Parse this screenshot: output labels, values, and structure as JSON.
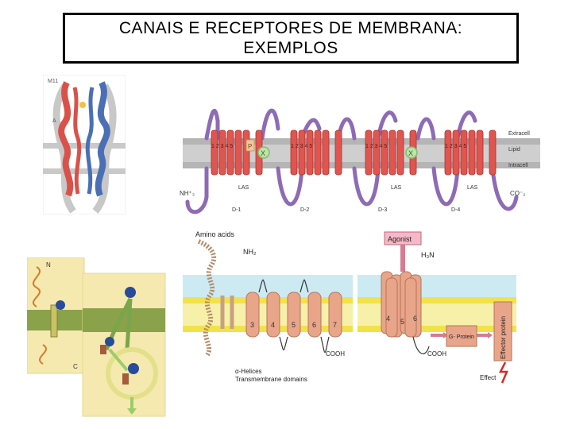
{
  "slide": {
    "title_line1": "CANAIS  E RECEPTORES DE MEMBRANA:",
    "title_line2": "EXEMPLOS"
  },
  "panel_receptor_structure": {
    "label_top": "M11",
    "label_mid": "A",
    "chain_colors": [
      "#d9524a",
      "#4a6fb5",
      "#c8c8c8"
    ]
  },
  "panel_subunit_topology": {
    "region_labels": [
      "Extracell",
      "Lipid",
      "Intracell"
    ],
    "n_terminus": "NH⁺₃",
    "c_terminus": "CO⁻₂",
    "segment_numbers": "1 2 3 4 5",
    "pore_p_label": "P",
    "las_label": "LAS",
    "domains": [
      "D-1",
      "D-2",
      "D-3",
      "D-4"
    ],
    "x_symbol": "X",
    "colors": {
      "helix": "#e0554f",
      "loop": "#8e6bb5",
      "membrane": "#b5b5b5",
      "las": "#7fbf6a"
    }
  },
  "panel_signal_membrane": {
    "n_label": "N",
    "c_label": "C",
    "colors": {
      "membrane": "#8aa24a",
      "background": "#f5e9b0",
      "ligand": "#2a4a9a"
    }
  },
  "panel_gpcr": {
    "amino_acids": "Amino acids",
    "nh2": "NH₂",
    "helix_numbers": [
      "3",
      "4",
      "5",
      "6",
      "7"
    ],
    "cooh": "COOH",
    "alpha_helices": "α-Helices",
    "transmembrane": "Transmembrane domains"
  },
  "panel_gpcr_activated": {
    "agonist": "Agonist",
    "h3n": "H₃N",
    "helix_numbers": [
      "4",
      "5",
      "6"
    ],
    "cooh": "COOH",
    "g_protein": "G-\nProtein",
    "effector": "Effector protein",
    "effect": "Effect"
  }
}
